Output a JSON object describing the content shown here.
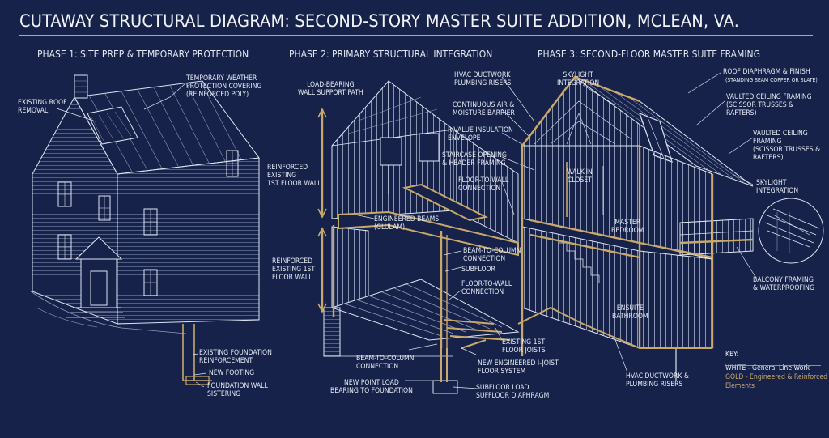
{
  "title": "CUTAWAY STRUCTURAL DIAGRAM: SECOND-STORY MASTER SUITE ADDITION, MCLEAN, VA.",
  "phases": [
    "PHASE 1: SITE PREP & TEMPORARY PROTECTION",
    "PHASE 2: PRIMARY STRUCTURAL INTEGRATION",
    "PHASE 3: SECOND-FLOOR MASTER SUITE FRAMING"
  ],
  "labels": {
    "p1_roof_removal": "EXISTING ROOF\nREMOVAL",
    "p1_weather": "TEMPORARY WEATHER\nPROTECTION COVERING\n(REINFORCED POLY)",
    "p1_foundation": "EXISTING FOUNDATION\nREINFORCEMENT",
    "p1_footing": "NEW FOOTING",
    "p1_sistering": "FOUNDATION WALL\nSISTERING",
    "p2_load_path": "LOAD-BEARING\nWALL SUPPORT PATH",
    "p2_reinforced_1": "REINFORCED\nEXISTING\n1ST FLOOR WALL",
    "p2_reinforced_2": "REINFORCED\nEXISTING 1ST\nFLOOR WALL",
    "p2_hvac_top": "HVAC DUCTWORK\nPLUMBING RISERS",
    "p2_air_barrier": "CONTINUOUS AIR &\nMOISTURE BARRIER",
    "p2_insulation": "R-VALUE INSULATION\nENVELOPE",
    "p2_staircase": "STAIRCASE OPENING\n& HEADER FRAMING",
    "p2_floor_wall_1": "FLOOR-TO-WALL\nCONNECTION",
    "p2_beams": "ENGINEERED BEAMS\n(GLULAM)",
    "p2_beam_col_1": "BEAM-TO-COLUMN\nCONNECTION",
    "p2_subfloor": "SUBFLOOR",
    "p2_floor_wall_2": "FLOOR-TO-WALL\nCONNECTION",
    "p2_existing_joists": "EXISTING 1ST\nFLOOR JOISTS",
    "p2_ijoist": "NEW ENGINEERED I-JOIST\nFLOOR SYSTEM",
    "p2_beam_col_2": "BEAM-TO-COLUMN\nCONNECTION",
    "p2_point_load": "NEW POINT LOAD\nBEARING TO FOUNDATION",
    "p2_diaphragm": "SUBFLOOR LOAD\nSUFFLOOR DIAPHRAGM",
    "p3_skylight_1": "SKYLIGHT\nINTEGRATION",
    "p3_roof_diaphragm": "ROOF DIAPHRAGM & FINISH",
    "p3_roof_sub": "(STANDING SEAM COPPER OR SLATE)",
    "p3_vaulted_1": "VAULTED CEILING FRAMING\n(SCISSOR TRUSSES &\nRAFTERS)",
    "p3_vaulted_2": "VAULTED CEILING\nFRAMING\n(SCISSOR TRUSSES &\nRAFTERS)",
    "p3_skylight_2": "SKYLIGHT\nINTEGRATION",
    "p3_closet": "WALK-IN\nCLOSET",
    "p3_bedroom": "MASTER\nBEDROOM",
    "p3_bathroom": "ENSUITE\nBATHROOM",
    "p3_balcony": "BALCONY FRAMING\n& WATERPROOFING",
    "p3_hvac_bottom": "HVAC DUCTWORK &\nPLUMBING RISERS"
  },
  "key": {
    "heading": "KEY:",
    "white": "WHITE - General Line Work",
    "gold": "GOLD - Engineered & Reinforced\nElements"
  },
  "colors": {
    "background": "#16224a",
    "line_white": "#dfe5f1",
    "gold": "#c9a86a"
  }
}
